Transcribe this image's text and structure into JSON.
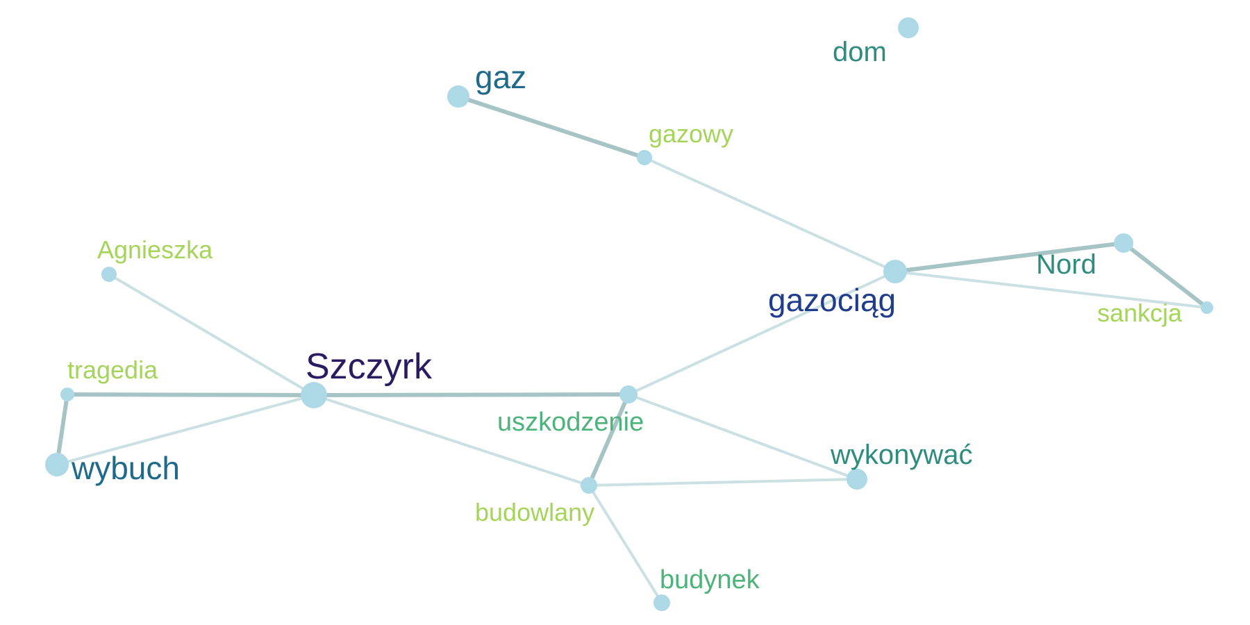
{
  "colors": {
    "node_fill": "#add8e6",
    "edge_strong": "#a7c4c4",
    "edge_weak": "#cbe0e2",
    "label_dark_purple": "#2a1b62",
    "label_dark_blue": "#1f3d8c",
    "label_blue_teal": "#1f6a8a",
    "label_teal": "#2e8c7e",
    "label_green": "#4cb37a",
    "label_lime": "#a5d45a"
  },
  "nodes": [
    {
      "id": "szczyrk",
      "label": "Szczyrk",
      "color": "#2a1b62"
    },
    {
      "id": "gazociag",
      "label": "gazociąg",
      "color": "#1f3d8c"
    },
    {
      "id": "gaz",
      "label": "gaz",
      "color": "#1f6a8a"
    },
    {
      "id": "wybuch",
      "label": "wybuch",
      "color": "#1f6a8a"
    },
    {
      "id": "dom",
      "label": "dom",
      "color": "#2e8c7e"
    },
    {
      "id": "nord",
      "label": "Nord",
      "color": "#2e8c7e"
    },
    {
      "id": "wykonywac",
      "label": "wykonywać",
      "color": "#2e8c7e"
    },
    {
      "id": "uszkodzenie",
      "label": "uszkodzenie",
      "color": "#4cb37a"
    },
    {
      "id": "budynek",
      "label": "budynek",
      "color": "#4cb37a"
    },
    {
      "id": "gazowy",
      "label": "gazowy",
      "color": "#a5d45a"
    },
    {
      "id": "agnieszka",
      "label": "Agnieszka",
      "color": "#a5d45a"
    },
    {
      "id": "tragedia",
      "label": "tragedia",
      "color": "#a5d45a"
    },
    {
      "id": "sankcja",
      "label": "sankcja",
      "color": "#a5d45a"
    },
    {
      "id": "budowlany",
      "label": "budowlany",
      "color": "#a5d45a"
    }
  ],
  "edges": [
    {
      "source": "gaz",
      "target": "gazowy",
      "strength": "strong"
    },
    {
      "source": "gazowy",
      "target": "gazociag",
      "strength": "weak"
    },
    {
      "source": "gazociag",
      "target": "nord",
      "strength": "strong"
    },
    {
      "source": "nord",
      "target": "sankcja",
      "strength": "strong"
    },
    {
      "source": "gazociag",
      "target": "sankcja",
      "strength": "weak"
    },
    {
      "source": "gazociag",
      "target": "uszkodzenie",
      "strength": "weak"
    },
    {
      "source": "szczyrk",
      "target": "uszkodzenie",
      "strength": "strong"
    },
    {
      "source": "szczyrk",
      "target": "agnieszka",
      "strength": "weak"
    },
    {
      "source": "szczyrk",
      "target": "tragedia",
      "strength": "strong"
    },
    {
      "source": "szczyrk",
      "target": "wybuch",
      "strength": "weak"
    },
    {
      "source": "tragedia",
      "target": "wybuch",
      "strength": "strong"
    },
    {
      "source": "szczyrk",
      "target": "budowlany",
      "strength": "weak"
    },
    {
      "source": "uszkodzenie",
      "target": "budowlany",
      "strength": "strong"
    },
    {
      "source": "uszkodzenie",
      "target": "wykonywac",
      "strength": "weak"
    },
    {
      "source": "budowlany",
      "target": "wykonywac",
      "strength": "weak"
    },
    {
      "source": "budowlany",
      "target": "budynek",
      "strength": "weak"
    }
  ]
}
